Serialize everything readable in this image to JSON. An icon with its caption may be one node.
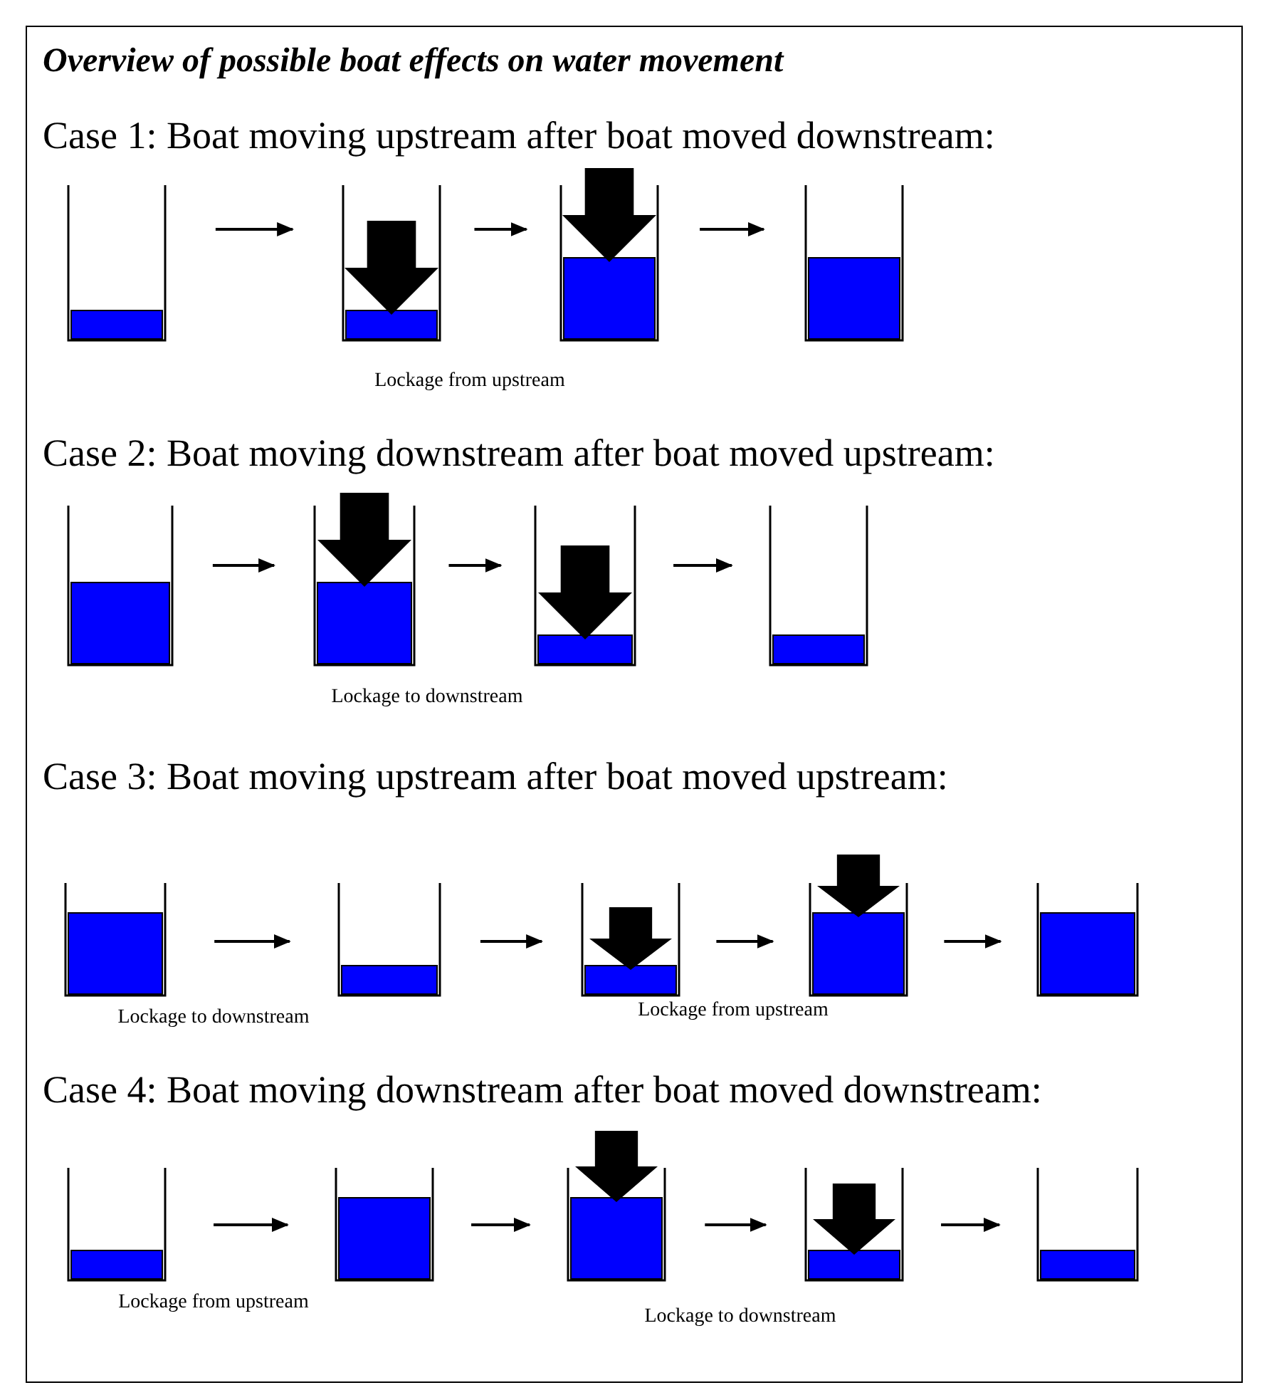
{
  "diagram": {
    "title": "Overview of possible boat effects on water movement",
    "nodes": [
      {
        "text": [],
        "shape": "box"
      },
      {
        "text": [],
        "shape": "box"
      },
      {
        "text": [],
        "shape": "box"
      },
      {
        "text": [],
        "shape": "box"
      },
      {
        "text": [],
        "shape": "box"
      },
      {
        "text": [],
        "shape": "box"
      },
      {
        "text": [],
        "shape": "box"
      },
      {
        "text": [],
        "shape": "box"
      },
      {
        "text": [],
        "shape": "box"
      },
      {
        "text": [],
        "shape": "box"
      },
      {
        "text": [],
        "shape": "box"
      },
      {
        "text": [],
        "shape": "box"
      },
      {
        "text": [],
        "shape": "box"
      },
      {
        "text": [],
        "shape": "box"
      },
      {
        "text": [],
        "shape": "box"
      },
      {
        "text": [],
        "shape": "box"
      },
      {
        "text": [],
        "shape": "box"
      },
      {
        "text": [],
        "shape": "box"
      }
    ],
    "edges": [
      {
        "from": 0,
        "to": 1,
        "arrow": "to"
      },
      {
        "from": 1,
        "to": 2,
        "arrow": "to"
      },
      {
        "from": 2,
        "to": 3,
        "arrow": "to"
      },
      {
        "from": 4,
        "to": 5,
        "arrow": "to"
      },
      {
        "from": 5,
        "to": 6,
        "arrow": "to"
      },
      {
        "from": 6,
        "to": 7,
        "arrow": "to"
      },
      {
        "from": 8,
        "to": 9,
        "arrow": "to"
      },
      {
        "from": 9,
        "to": 10,
        "arrow": "to"
      },
      {
        "from": 10,
        "to": 11,
        "arrow": "to"
      },
      {
        "from": 11,
        "to": 12,
        "arrow": "to"
      },
      {
        "from": 13,
        "to": 14,
        "arrow": "to"
      },
      {
        "from": 14,
        "to": 15,
        "arrow": "to"
      },
      {
        "from": 15,
        "to": 16,
        "arrow": "to"
      },
      {
        "from": 16,
        "to": 17,
        "arrow": "to"
      }
    ],
    "labels": [
      "Case 1: Boat moving upstream after boat moved downstream:",
      "Lockage from upstream",
      "Case 2: Boat moving downstream after boat moved upstream:",
      "Lockage to downstream",
      "Case 3: Boat moving upstream after boat moved upstream:",
      "Lockage to downstream",
      "Lockage from upstream",
      "Case 4: Boat moving downstream after boat moved downstream:",
      "Lockage from upstream",
      "Lockage to downstream"
    ]
  }
}
